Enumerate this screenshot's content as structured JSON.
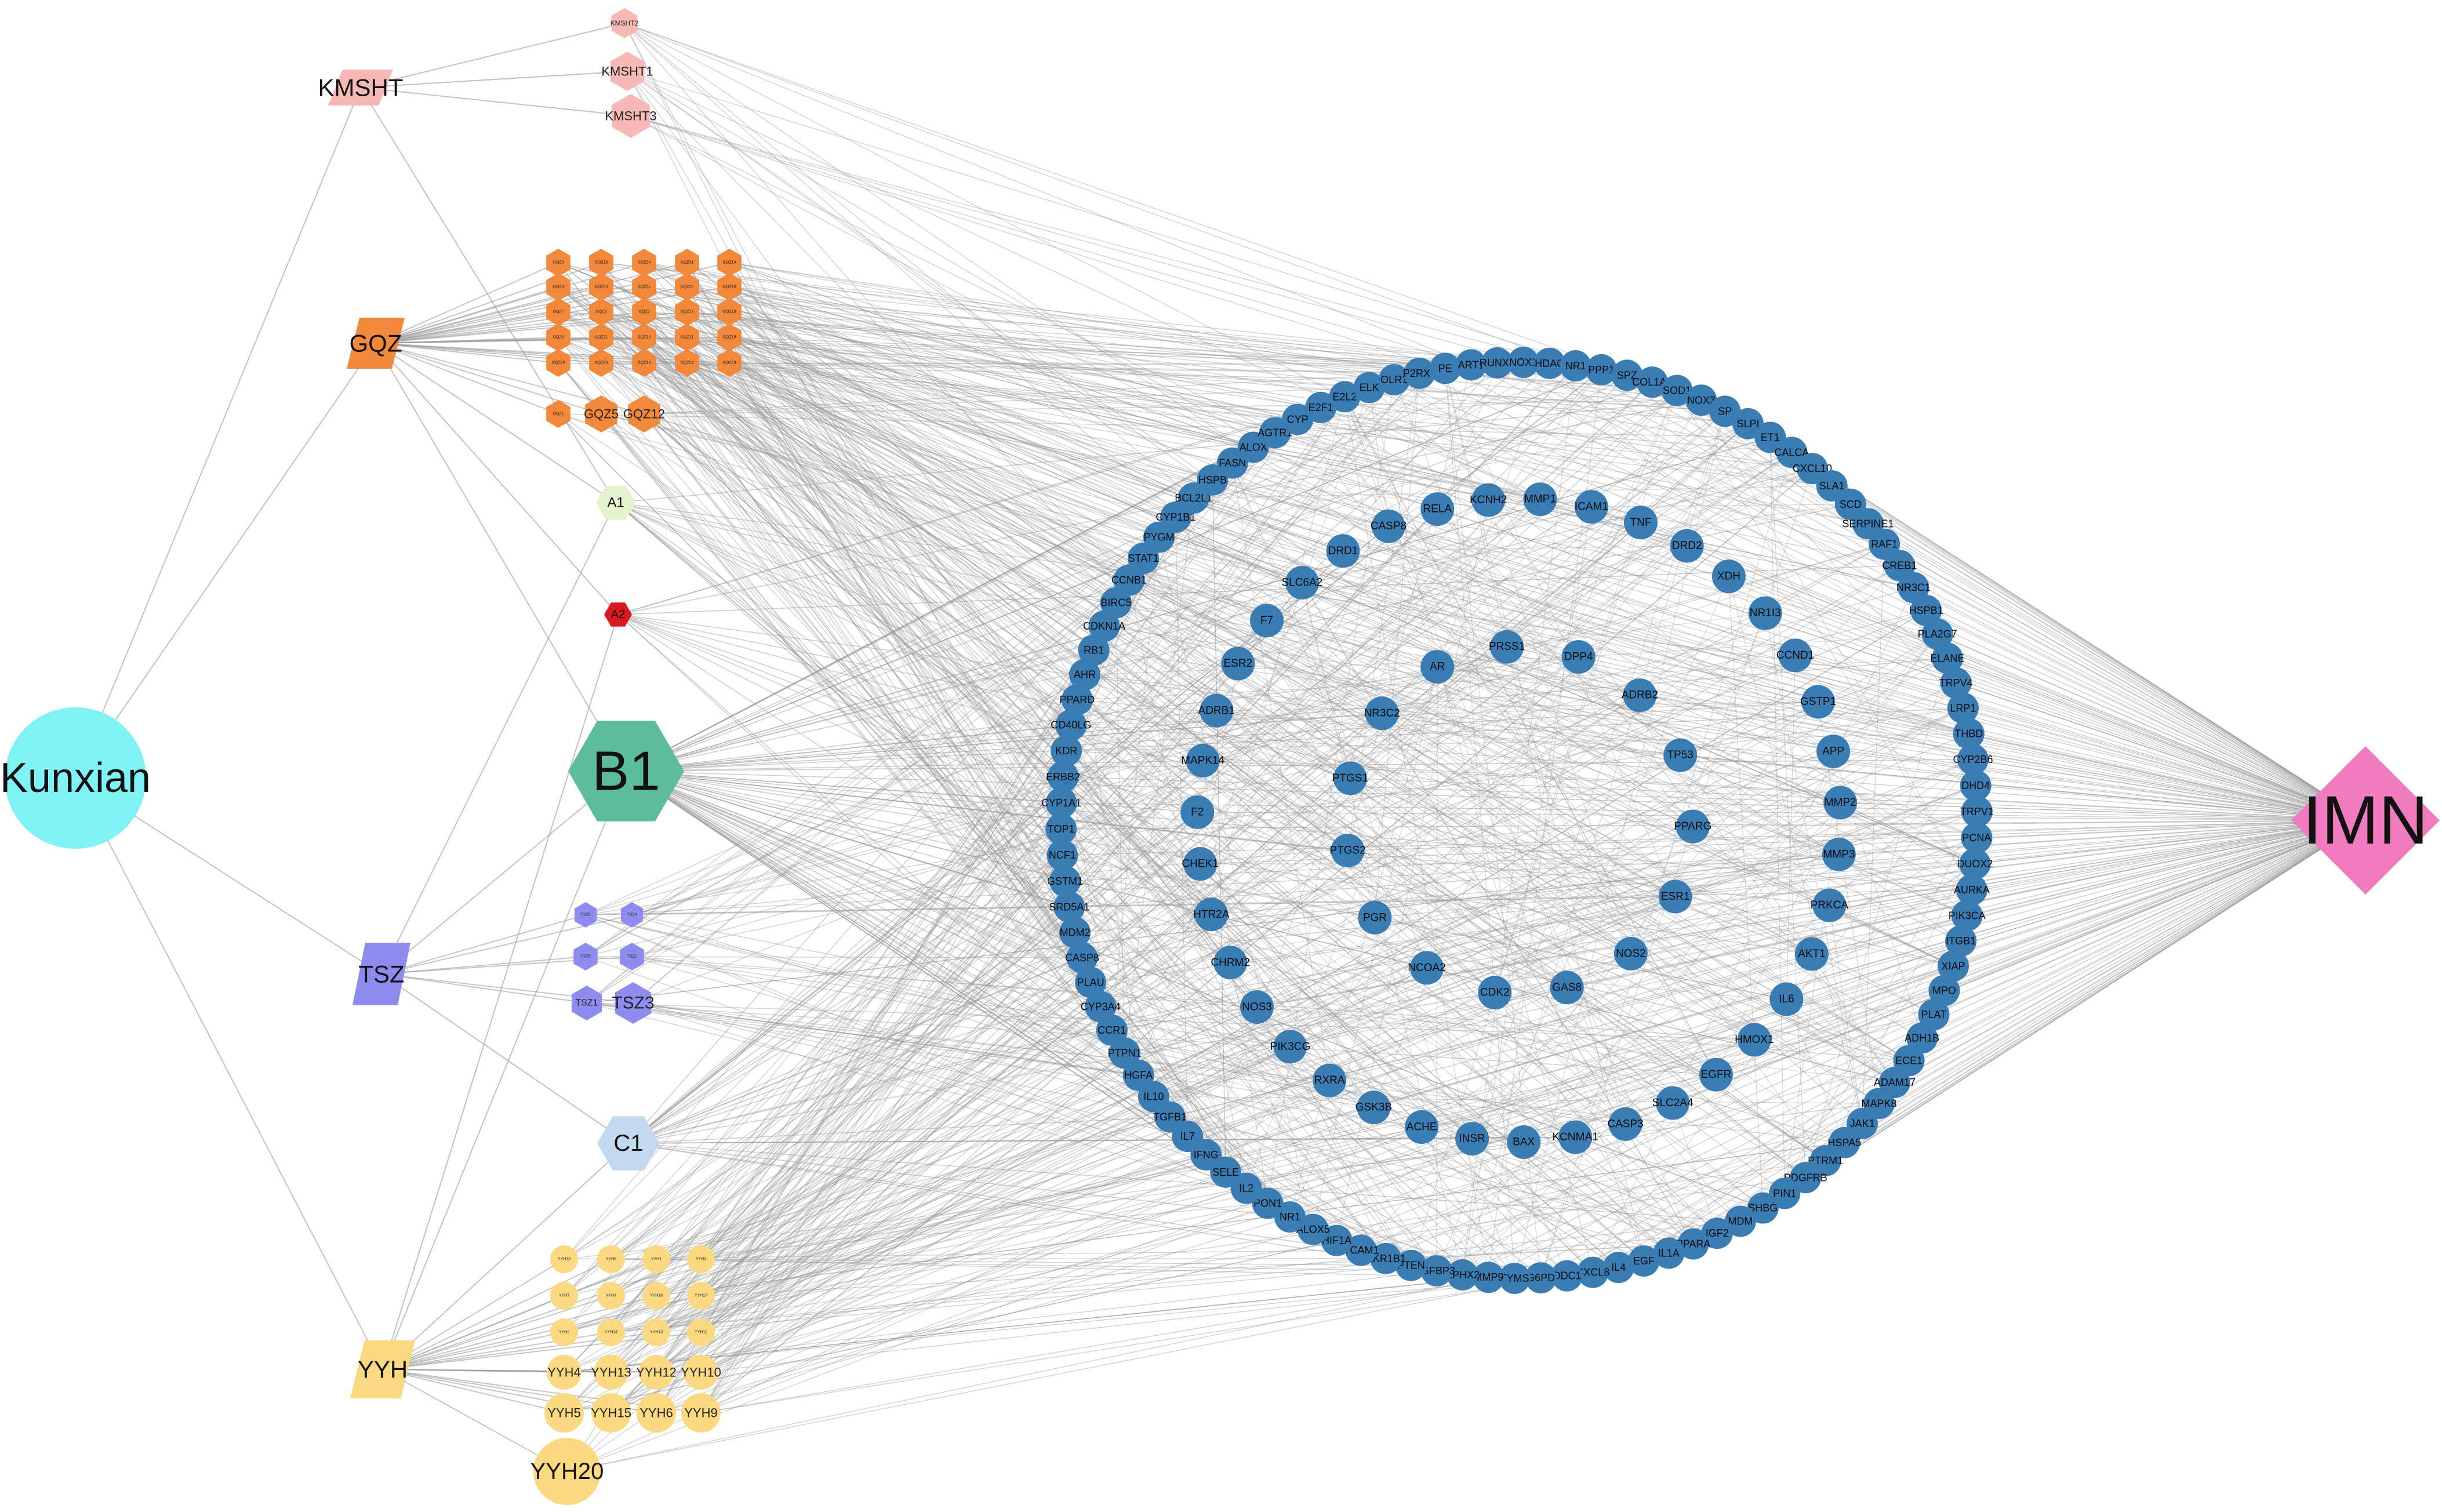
{
  "diagram": {
    "title": "",
    "colors": {
      "kunxian": "#7ff2f6",
      "imn": "#f07bbe",
      "b1": "#5bbd9a",
      "kmsht": "#f6b9b6",
      "gqz": "#f1883a",
      "a1": "#e6f3cf",
      "a2": "#d8191f",
      "tsz": "#8f8cf0",
      "c1": "#c2d9ef",
      "yyh": "#fad980",
      "target": "#3a7cb4",
      "edge": "#9a9a9a"
    },
    "root": {
      "label": "Kunxian"
    },
    "disease": {
      "label": "IMN"
    },
    "herbs": [
      {
        "id": "KMSHT",
        "label": "KMSHT",
        "color_key": "kmsht"
      },
      {
        "id": "GQZ",
        "label": "GQZ",
        "color_key": "gqz"
      },
      {
        "id": "TSZ",
        "label": "TSZ",
        "color_key": "tsz"
      },
      {
        "id": "YYH",
        "label": "YYH",
        "color_key": "yyh"
      }
    ],
    "shared_compounds": [
      {
        "id": "A1",
        "label": "A1",
        "color_key": "a1"
      },
      {
        "id": "A2",
        "label": "A2",
        "color_key": "a2"
      },
      {
        "id": "B1",
        "label": "B1",
        "color_key": "b1"
      },
      {
        "id": "C1",
        "label": "C1",
        "color_key": "c1"
      }
    ],
    "kmsht_compounds": [
      "KMSHT2",
      "KMSHT1",
      "KMSHT3"
    ],
    "gqz_compounds": [
      "GQZ8",
      "GQZ16",
      "GQZ24",
      "GQZ31",
      "GQZ14",
      "GQZ4",
      "GQZ20",
      "GQZ25",
      "GQZ26",
      "GQZ18",
      "GQZ7",
      "GQZ3",
      "GQZ9",
      "GQZ17",
      "GQZ19",
      "GQZ6",
      "GQZ21",
      "GQZ10",
      "GQZ11",
      "GQZ15",
      "GQZ29",
      "GQZ30",
      "GQZ13",
      "GQZ22",
      "GQZ23",
      "GQZ1",
      "GQZ5",
      "GQZ12",
      "",
      ""
    ],
    "gqz_readable": [
      "GQZ5",
      "GQZ12"
    ],
    "tsz_compounds": [
      "TSZ6",
      "TSZ4",
      "TSZ5",
      "TSZ2",
      "TSZ1",
      "TSZ3"
    ],
    "tsz_readable": [
      "TSZ1",
      "TSZ3"
    ],
    "yyh_compounds": [
      "YYH18",
      "YYH8",
      "YYH1",
      "YYH3",
      "YYH7",
      "YYH4",
      "YYH16",
      "YYH17",
      "YYH2",
      "YYH14",
      "YYH13",
      "YYH11",
      "YYH4",
      "YYH13",
      "YYH12",
      "YYH10",
      "YYH5",
      "YYH15",
      "YYH6",
      "YYH9"
    ],
    "yyh_readable": [
      "YYH10",
      "YYH5",
      "YYH15",
      "YYH6",
      "YYH9"
    ],
    "yyh_big": "YYH20",
    "targets_outer": [
      "SLPI",
      "ET1",
      "CALCA",
      "CXCL10",
      "SLA1",
      "SCD",
      "SERPINE1",
      "RAF1",
      "CREB1",
      "NR3C1",
      "HSPB1",
      "PLA2G7",
      "ELANE",
      "TRPV4",
      "LRP1",
      "THBD",
      "CYP2B6",
      "DHD4",
      "TRPV1",
      "PCNA",
      "DUOX2",
      "AURKA",
      "PIK3CA",
      "ITGB1",
      "XIAP",
      "MPO",
      "PLAT",
      "ADH1B",
      "ECE1",
      "ADAM17",
      "MAPK8",
      "JAK1",
      "HSPA5",
      "PTRM1",
      "PDGFRB",
      "PIN1",
      "SHBG",
      "MDM",
      "IGF2",
      "PPARA",
      "IL1A",
      "EGF",
      "IL4",
      "CXCL8",
      "ODC1",
      "G6PD",
      "TYMS",
      "MMP9",
      "EPHX2",
      "IGFBP3",
      "PTEN",
      "AKR1B1",
      "VCAM1",
      "HIF1A",
      "ALOX5",
      "NR1",
      "PON1",
      "IL2",
      "SELE",
      "IFNG",
      "IL7",
      "TGFB1",
      "IL10",
      "HGFA",
      "PTPN1",
      "CCR1",
      "CYP3A4",
      "PLAU",
      "CASP8",
      "MDM2",
      "SRD5A1",
      "GSTM1",
      "NCF1",
      "TOP1",
      "CYP1A1",
      "ERBB2",
      "KDR",
      "CD40LG",
      "PPARD",
      "AHR",
      "RB1",
      "CDKN1A",
      "BIRC5",
      "CCNB1",
      "STAT1",
      "PYGM",
      "CYP1B1",
      "BCL2L1",
      "HSPB",
      "FASN",
      "ALOX",
      "AGTR1",
      "CYP",
      "E2F1",
      "E2L2",
      "ELK",
      "OLR1",
      "P2RX7",
      "PE",
      "ART1",
      "RUNX2",
      "NOX1",
      "HDAC",
      "NR1",
      "PPP1",
      "SPZ",
      "COL1A1",
      "SOD1",
      "NOX3",
      "SP"
    ],
    "targets_middle": [
      "ICAM1",
      "TNF",
      "DRD2",
      "XDH",
      "NR1I3",
      "CCND1",
      "GSTP1",
      "APP",
      "MMP2",
      "MMP3",
      "PRKCA",
      "AKT1",
      "IL6",
      "HMOX1",
      "EGFR",
      "SLC2A4",
      "CASP3",
      "KCNMA1",
      "BAX",
      "INSR",
      "ACHE",
      "GSK3B",
      "RXRA",
      "PIK3CG",
      "NOS3",
      "CHRM2",
      "HTR2A",
      "CHEK1",
      "F2",
      "MAPK14",
      "ADRB1",
      "ESR2",
      "F7",
      "SLC6A2",
      "DRD1",
      "CASP8",
      "RELA",
      "KCNH2",
      "MMP1"
    ],
    "targets_inner": [
      "DPP4",
      "ADRB2",
      "TP53",
      "PPARG",
      "ESR1",
      "NOS2",
      "GAS8",
      "CDK2",
      "NCOA2",
      "PGR",
      "PTGS2",
      "PTGS1",
      "NR3C2",
      "AR",
      "PRSS1"
    ]
  }
}
